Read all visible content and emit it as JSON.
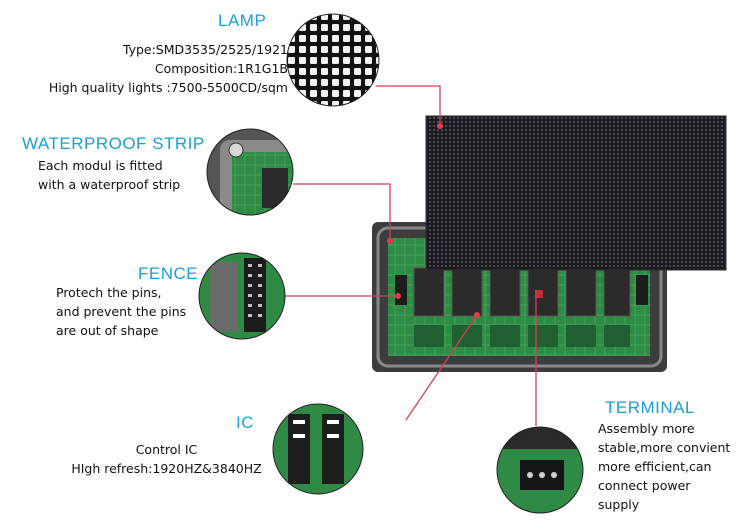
{
  "lamp": {
    "title": "LAMP",
    "lines": [
      "Type:SMD3535/2525/1921",
      "Composition:1R1G1B",
      "High quality lights :7500-5500CD/sqm"
    ]
  },
  "waterproof": {
    "title": "WATERPROOF STRIP",
    "lines": [
      "Each modul is fitted",
      "with a waterproof strip"
    ]
  },
  "fence": {
    "title": "FENCE",
    "lines": [
      "Protech the pins,",
      "and prevent the pins",
      "are out of shape"
    ]
  },
  "ic": {
    "title": "IC",
    "lines": [
      "Control IC",
      "HIgh refresh:1920HZ&3840HZ"
    ]
  },
  "terminal": {
    "title": "TERMINAL",
    "lines": [
      "Assembly more",
      "stable,more convient",
      "more efficient,can",
      "connect power",
      "supply"
    ]
  },
  "colors": {
    "accent": "#1aa0d8",
    "leader": "#d64050",
    "pcb": "#2f8a45",
    "frame": "#4a4a4a"
  },
  "icons": [
    "lamp-closeup-icon",
    "waterproof-closeup-icon",
    "fence-closeup-icon",
    "ic-closeup-icon",
    "terminal-closeup-icon"
  ]
}
